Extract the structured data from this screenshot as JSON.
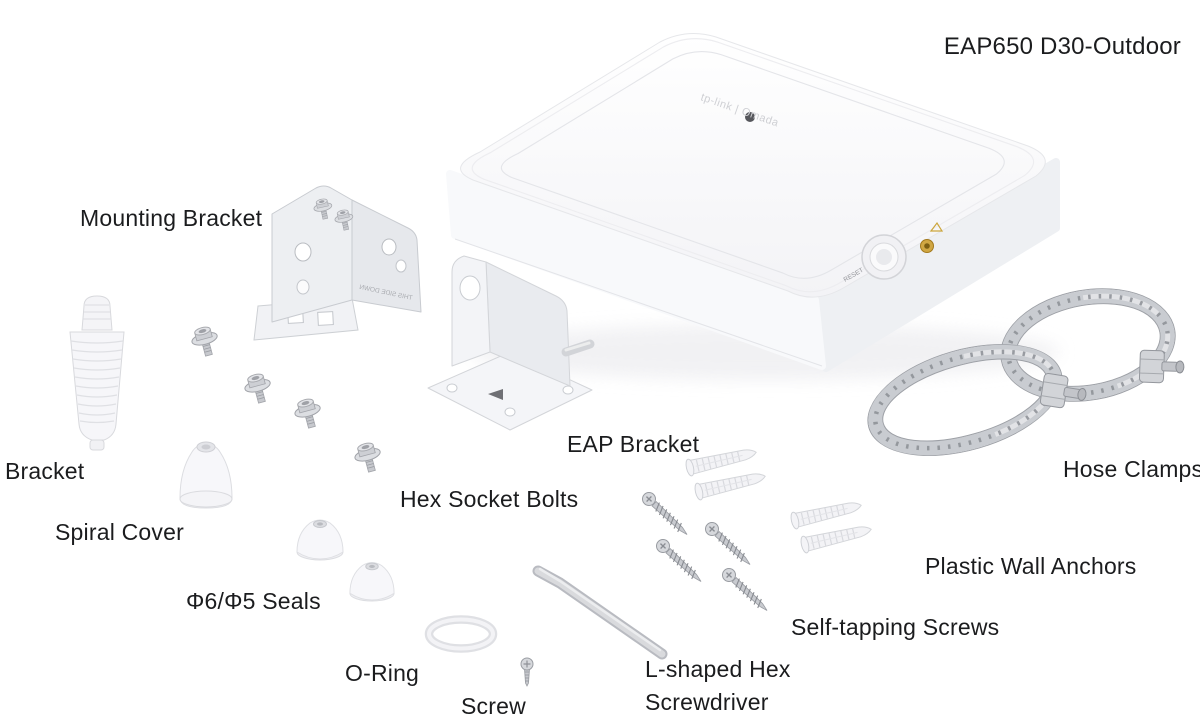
{
  "product": {
    "model": "EAP650 D30-Outdoor"
  },
  "device": {
    "logo": "tp-link | Omada",
    "reset_label": "RESET"
  },
  "labels": {
    "mounting_bracket": "Mounting Bracket",
    "bracket": "Bracket",
    "spiral_cover": "Spiral Cover",
    "seals": "Φ6/Φ5 Seals",
    "hex_socket_bolts": "Hex Socket Bolts",
    "eap_bracket": "EAP Bracket",
    "o_ring": "O-Ring",
    "screw": "Screw",
    "hex_screwdriver": [
      "L-shaped Hex",
      "Screwdriver"
    ],
    "self_tapping_screws": "Self-tapping Screws",
    "plastic_wall_anchors": "Plastic Wall Anchors",
    "hose_clamps": "Hose Clamps",
    "bracket_marking": "THIS SIDE DOWN"
  },
  "colors": {
    "background": "#ffffff",
    "label_text": "#1b1c1e",
    "metal": "#c9ccd1",
    "gold_connector": "#d0a743"
  }
}
